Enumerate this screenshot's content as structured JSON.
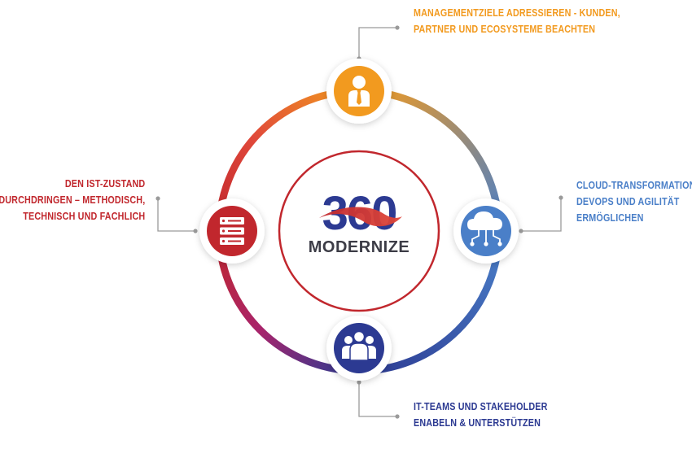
{
  "colors": {
    "orange": "#f29a1f",
    "red": "#c1272d",
    "blue": "#4a7fc8",
    "navy": "#2c3a92",
    "magenta": "#a8246b",
    "connector": "#9a9a9a",
    "logo_grey": "#3c3c46"
  },
  "logo": {
    "number": "360",
    "word": "MODERNIZE"
  },
  "nodes": {
    "top": {
      "icon": "business-person-icon",
      "color": "#f29a1f",
      "lines": [
        "MANAGEMENTZIELE ADRESSIEREN - KUNDEN,",
        "PARTNER UND ECOSYSTEME BEACHTEN"
      ]
    },
    "left": {
      "icon": "server-icon",
      "color": "#c1272d",
      "lines": [
        "DEN IST-ZUSTAND",
        "DURCHDRINGEN –  METHODISCH,",
        "TECHNISCH UND FACHLICH"
      ]
    },
    "right": {
      "icon": "cloud-network-icon",
      "color": "#4a7fc8",
      "lines": [
        "CLOUD-TRANSFORMATION,",
        "DEVOPS UND AGILITÄT",
        "ERMÖGLICHEN"
      ]
    },
    "bottom": {
      "icon": "team-icon",
      "color": "#2c3a92",
      "lines": [
        "IT-TEAMS UND STAKEHOLDER",
        "ENABELN & UNTERSTÜTZEN"
      ]
    }
  }
}
